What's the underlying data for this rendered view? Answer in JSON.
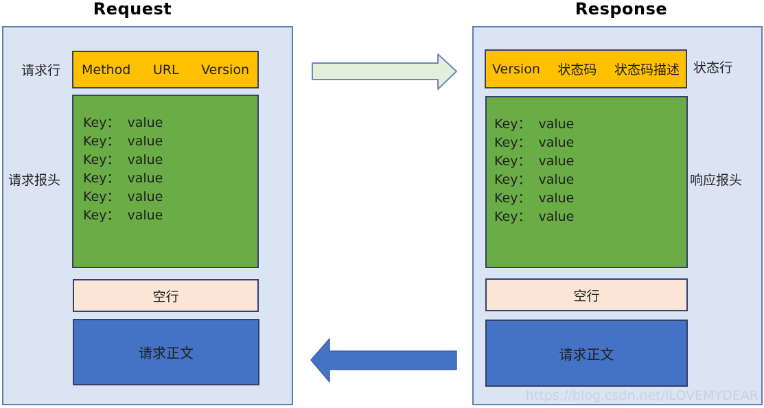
{
  "colors": {
    "panel_fill": "#dbe4f2",
    "panel_border": "#5b7fb5",
    "request_line_fill": "#ffc000",
    "headers_fill": "#6aad47",
    "blank_line_fill": "#fbe5d6",
    "body_fill": "#4472c4",
    "box_border": "#35406b",
    "arrow_top_fill": "#e2efda",
    "arrow_top_border": "#6e86bd",
    "arrow_bottom_fill": "#4472c4",
    "arrow_bottom_border": "#3a62ac",
    "title_color": "#000000",
    "label_color": "#262626",
    "box_text_color": "#1f1f1f",
    "watermark_color": "#c9d0dd"
  },
  "request": {
    "title": "Request",
    "line_label": "请求行",
    "line_parts": [
      "Method",
      "URL",
      "Version"
    ],
    "headers_label": "请求报头",
    "header_rows": [
      {
        "key": "Key：",
        "value": "value"
      },
      {
        "key": "Key：",
        "value": "value"
      },
      {
        "key": "Key：",
        "value": "value"
      },
      {
        "key": "Key：",
        "value": "value"
      },
      {
        "key": "Key：",
        "value": "value"
      },
      {
        "key": "Key：",
        "value": "value"
      }
    ],
    "blank_line_label": "空行",
    "body_label": "请求正文"
  },
  "response": {
    "title": "Response",
    "line_label": "状态行",
    "line_parts": [
      "Version",
      "状态码",
      "状态码描述"
    ],
    "headers_label": "响应报头",
    "header_rows": [
      {
        "key": "Key：",
        "value": "value"
      },
      {
        "key": "Key：",
        "value": "value"
      },
      {
        "key": "Key：",
        "value": "value"
      },
      {
        "key": "Key：",
        "value": "value"
      },
      {
        "key": "Key：",
        "value": "value"
      },
      {
        "key": "Key：",
        "value": "value"
      }
    ],
    "blank_line_label": "空行",
    "body_label": "请求正文"
  },
  "watermark": "https://blog.csdn.net/ILOVEMYDEAR"
}
